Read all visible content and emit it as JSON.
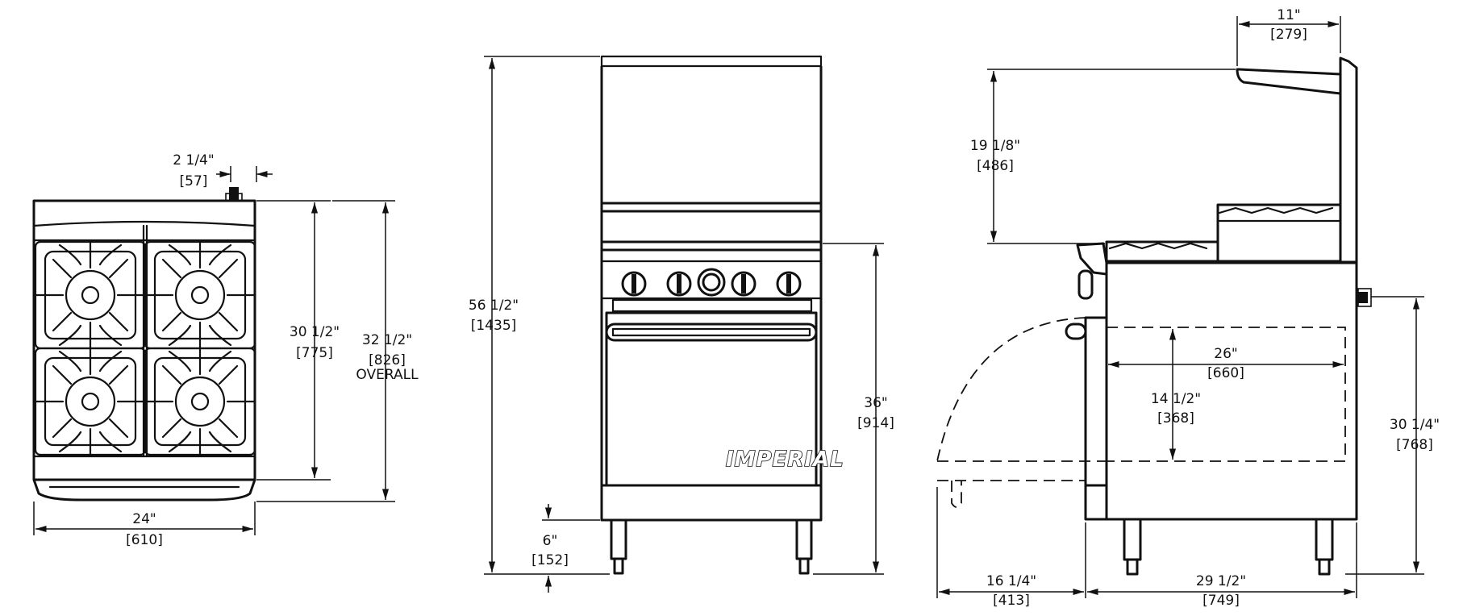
{
  "brand": "IMPERIAL",
  "top_view": {
    "width": {
      "in": "24\"",
      "mm": "[610]"
    },
    "depth": {
      "in": "30 1/2\"",
      "mm": "[775]"
    },
    "overall": {
      "in": "32 1/2\"",
      "mm": "[826]",
      "note": "OVERALL"
    },
    "knob": {
      "in": "2 1/4\"",
      "mm": "[57]"
    }
  },
  "front_view": {
    "height": {
      "in": "56 1/2\"",
      "mm": "[1435]"
    },
    "work_height": {
      "in": "36\"",
      "mm": "[914]"
    },
    "legs": {
      "in": "6\"",
      "mm": "[152]"
    }
  },
  "side_view": {
    "shelf": {
      "in": "11\"",
      "mm": "[279]"
    },
    "backsplash": {
      "in": "19 1/8\"",
      "mm": "[486]"
    },
    "oven_depth": {
      "in": "26\"",
      "mm": "[660]"
    },
    "oven_height": {
      "in": "14 1/2\"",
      "mm": "[368]"
    },
    "body_height": {
      "in": "30 1/4\"",
      "mm": "[768]"
    },
    "door": {
      "in": "16 1/4\"",
      "mm": "[413]"
    },
    "depth": {
      "in": "29 1/2\"",
      "mm": "[749]"
    }
  }
}
